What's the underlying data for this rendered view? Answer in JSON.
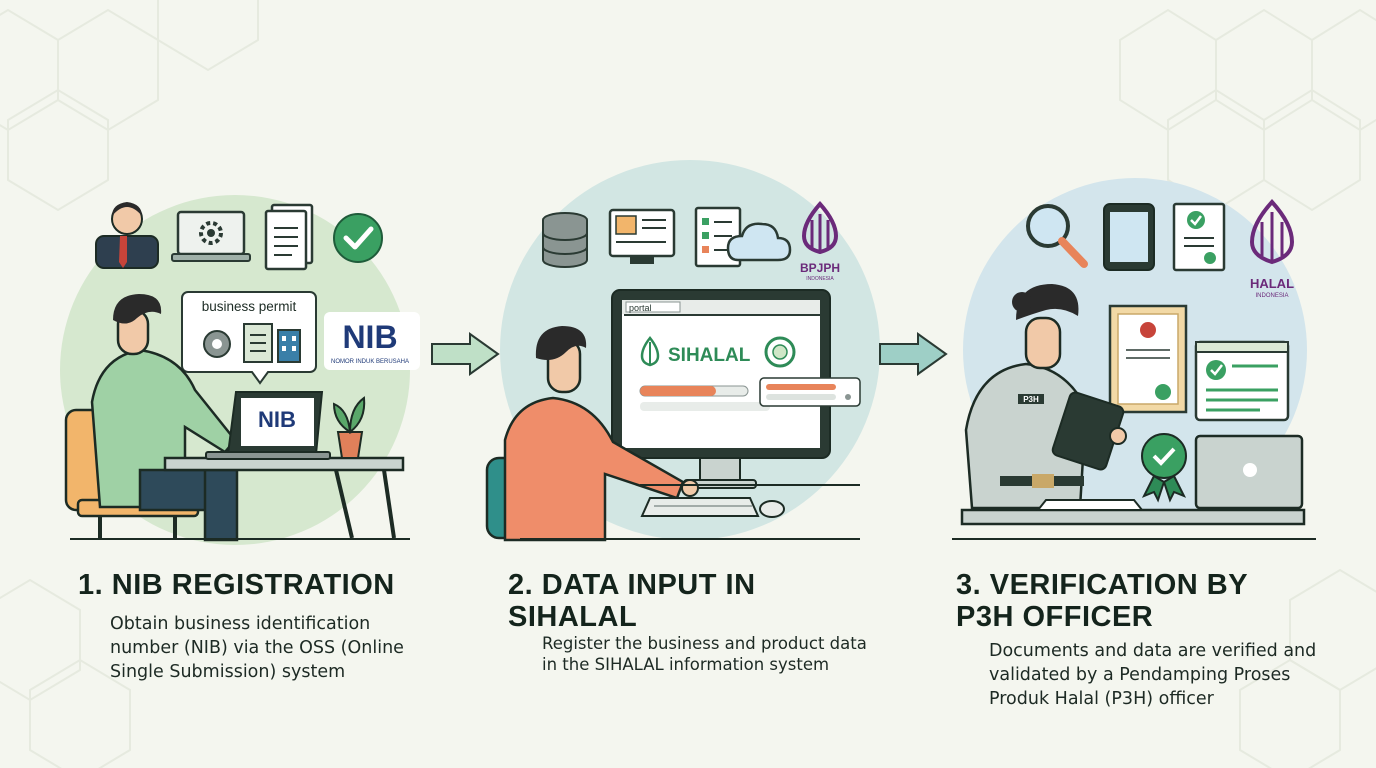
{
  "steps": [
    {
      "number": "1.",
      "title": "NIB REGISTRATION",
      "description": "Obtain business identification number (NIB) via the OSS (Online Single Submission) system",
      "bubble_label": "business permit",
      "badge_text": "NIB",
      "badge_subtext": "NOMOR INDUK BERUSAHA",
      "laptop_text": "NIB"
    },
    {
      "number": "2.",
      "title": "DATA INPUT IN SIHALAL",
      "description": "Register the business and product data in the SIHALAL information system",
      "browser_address": "portal",
      "screen_brand": "SIHALAL",
      "logo_text": "BPJPH",
      "logo_subtext": "INDONESIA"
    },
    {
      "number": "3.",
      "title": "VERIFICATION BY P3H OFFICER",
      "description": "Documents and data are verified and validated by a Pendamping Proses Produk Halal (P3H) officer",
      "officer_badge": "P3H",
      "logo_text": "HALAL",
      "logo_subtext": "INDONESIA"
    }
  ],
  "colors": {
    "background": "#f4f6ef",
    "circle_green": "#d6e8cf",
    "circle_teal": "#d2e6e3",
    "circle_blue": "#d3e5ec",
    "arrow": "#7fb894",
    "brand_green": "#2e8b57",
    "brand_purple": "#6b2a7a",
    "brand_navy": "#1f3a78",
    "accent_orange": "#e8845a"
  },
  "icons": [
    "businessman-icon",
    "laptop-gear-icon",
    "document-icon",
    "checkmark-icon",
    "database-icon",
    "monitor-chart-icon",
    "checklist-icon",
    "cloud-icon",
    "magnifier-icon",
    "tablet-icon",
    "certificate-icon"
  ]
}
